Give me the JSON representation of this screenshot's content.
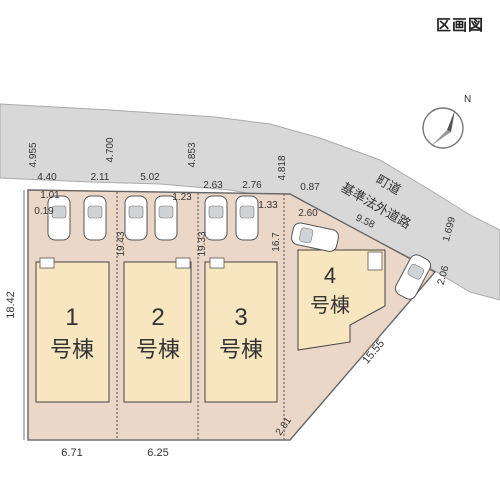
{
  "header": {
    "title": "区画図"
  },
  "lots": [
    {
      "number": "1",
      "label": "号棟"
    },
    {
      "number": "2",
      "label": "号棟"
    },
    {
      "number": "3",
      "label": "号棟"
    },
    {
      "number": "4",
      "label": "号棟"
    }
  ],
  "road": {
    "name": "町道",
    "type": "基準法外道路"
  },
  "dimensions": {
    "d4955": "4.955",
    "d4700": "4.700",
    "d4853": "4.853",
    "d4818": "4.818",
    "d1699": "1.699",
    "d440": "4.40",
    "d211": "2.11",
    "d502": "5.02",
    "d263": "2.63",
    "d276": "2.76",
    "d087": "0.87",
    "d101": "1.01",
    "d019": "0.19",
    "d123": "1.23",
    "d133": "1.33",
    "d1943": "19.43",
    "d1933": "19.33",
    "d167": "16.7",
    "d260": "2.60",
    "d958": "9.58",
    "d206": "2.06",
    "d1842": "18.42",
    "d1555": "15.55",
    "d671": "6.71",
    "d625": "6.25",
    "d281": "2.81"
  },
  "colors": {
    "lot": "#f8e8c2",
    "driveway": "#e7d7c4",
    "road": "#d6d6d6",
    "boundary": "#555555"
  }
}
